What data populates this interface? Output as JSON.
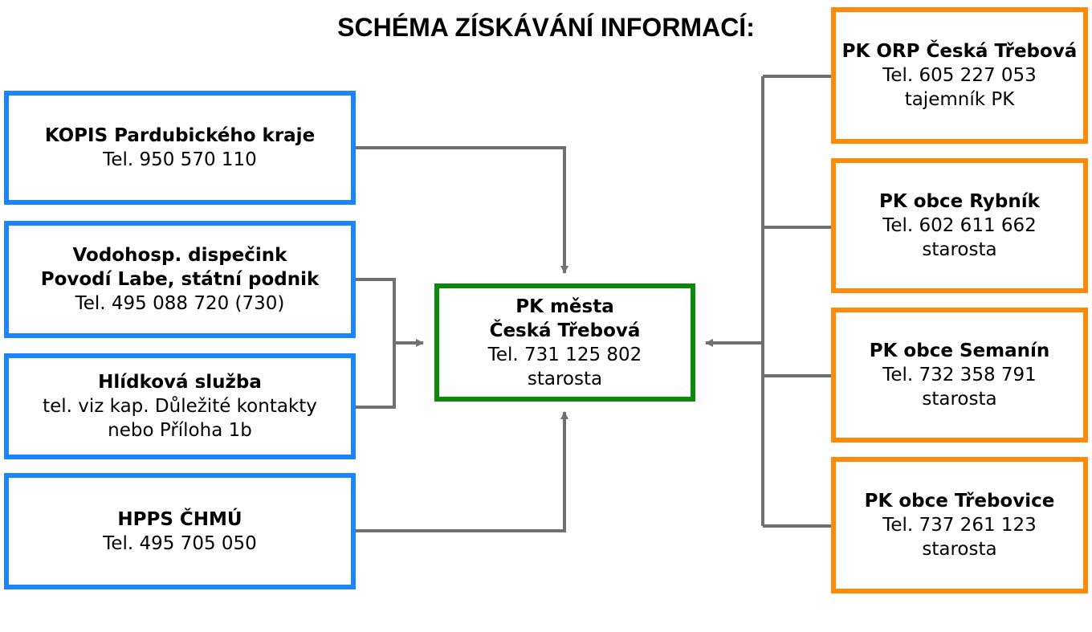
{
  "title": "SCHÉMA ZÍSKÁVÁNÍ INFORMACÍ:",
  "colors": {
    "source": "#1a85ff",
    "recipient": "#ff8a0a",
    "center": "#0a8a0a",
    "connector": "#707070"
  },
  "sources": [
    {
      "lines": [
        "KOPIS Pardubického kraje",
        "Tel. 950 570 110"
      ]
    },
    {
      "lines": [
        "Vodohosp. dispečink",
        "Povodí Labe, státní podnik",
        "Tel. 495 088 720 (730)"
      ]
    },
    {
      "lines": [
        "Hlídková služba",
        "tel. viz kap. Důležité kontakty",
        "nebo Příloha 1b"
      ]
    },
    {
      "lines": [
        "HPPS ČHMÚ",
        "Tel. 495 705 050"
      ]
    }
  ],
  "center": {
    "lines": [
      "PK města",
      "Česká Třebová",
      "Tel. 731 125 802",
      "starosta"
    ]
  },
  "recipients": [
    {
      "lines": [
        "PK ORP Česká Třebová",
        "Tel. 605 227 053",
        "tajemník PK"
      ]
    },
    {
      "lines": [
        "PK obce Rybník",
        "Tel. 602 611 662",
        "starosta"
      ]
    },
    {
      "lines": [
        "PK obce Semanín",
        "Tel. 732 358 791",
        "starosta"
      ]
    },
    {
      "lines": [
        "PK obce Třebovice",
        "Tel. 737 261 123",
        "starosta"
      ]
    }
  ]
}
